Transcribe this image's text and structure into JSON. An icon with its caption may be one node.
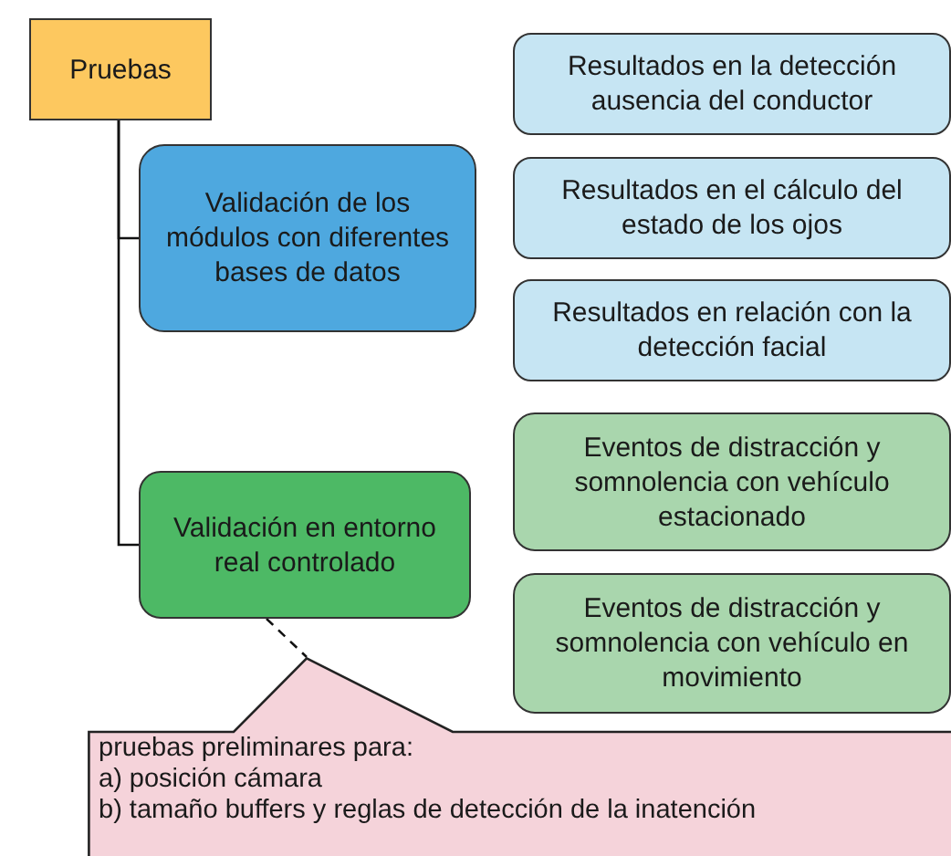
{
  "diagram": {
    "nodes": [
      {
        "text": [
          "Pruebas"
        ]
      },
      {
        "text": [
          "Resultados en la detección ausencia del conductor"
        ]
      },
      {
        "text": [
          "Validación de los módulos con diferentes bases de datos"
        ]
      },
      {
        "text": [
          "Resultados en el cálculo del estado de los ojos"
        ]
      },
      {
        "text": [
          "Resultados en relación con la detección facial"
        ]
      },
      {
        "text": [
          "Eventos de distracción y somnolencia con vehículo estacionado"
        ]
      },
      {
        "text": [
          "Validación en entorno real controlado"
        ]
      },
      {
        "text": [
          "Eventos de distracción y somnolencia con vehículo en movimiento"
        ]
      },
      {
        "text": [
          "pruebas preliminares para:",
          "a) posición cámara",
          "b) tamaño buffers y reglas de detección de la inatención"
        ]
      }
    ],
    "edges": [
      {
        "from": 0,
        "to": 2,
        "arrow": "none"
      },
      {
        "from": 0,
        "to": 6,
        "arrow": "none"
      },
      {
        "from": 6,
        "to": 8,
        "arrow": "none",
        "style": "dashed"
      }
    ]
  }
}
